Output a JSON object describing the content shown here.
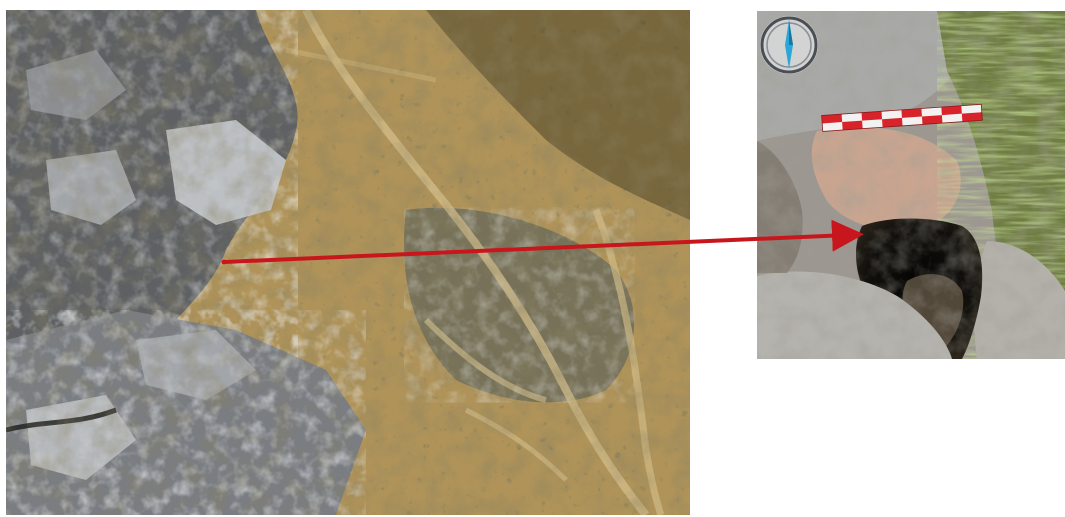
{
  "figure": {
    "left_image": "aerial-view-of-rocky-hillside",
    "right_image": "cave-entrance-with-scale-bar-and-north-arrow",
    "connector": "arrow-from-aerial-location-to-cave-entrance"
  },
  "colors": {
    "arrow": "#c8161d",
    "grass": "#b49a5c",
    "dark_vegetation": "#3f3a22",
    "rock": "#8d9297",
    "scale_red": "#d8232a",
    "scale_white": "#f2f2f2",
    "compass_needle": "#2aa7d8",
    "cave_dark": "#0b0a08"
  },
  "icons": {
    "compass": "north-arrow-icon",
    "scale": "scale-bar"
  }
}
